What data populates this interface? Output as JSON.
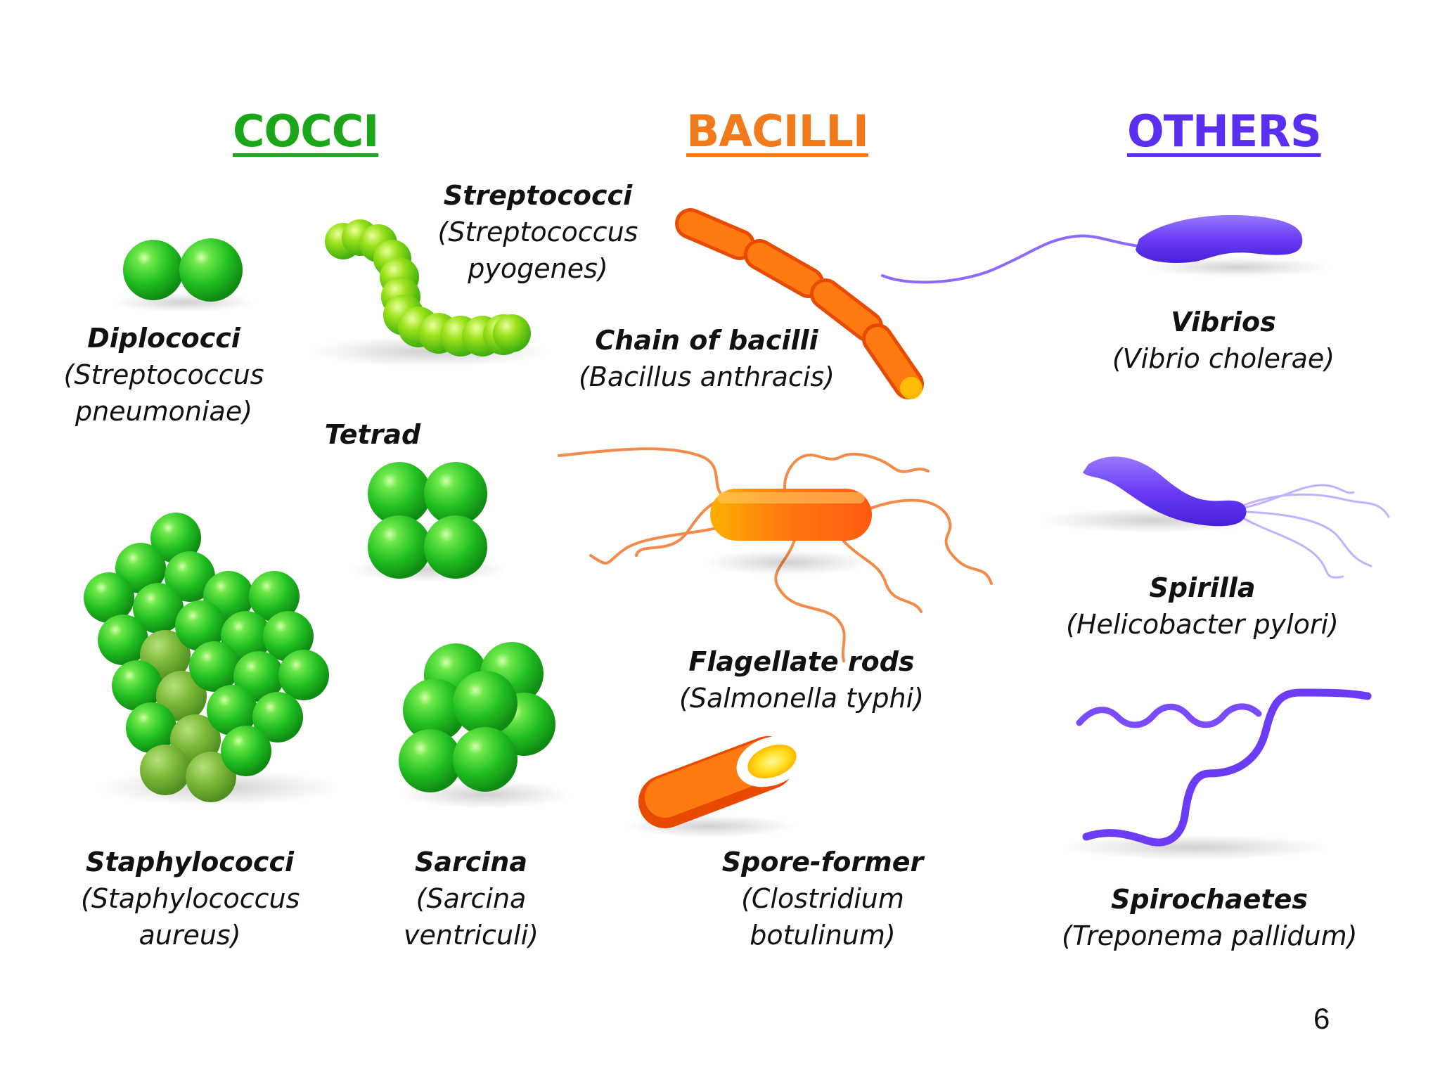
{
  "headings": {
    "cocci": "COCCI",
    "bacilli": "BACILLI",
    "others": "OTHERS"
  },
  "colors": {
    "cocci": "#1aa51a",
    "bacilli": "#f07a1c",
    "others": "#5b2ff0",
    "cocci_fill": "#3fd03f",
    "bacilli_fill": "#ff6a10",
    "others_fill": "#7b4cff"
  },
  "labels": {
    "diplococci": {
      "name": "Diplococci",
      "species_1": "(Streptococcus",
      "species_2": "pneumoniae)"
    },
    "streptococci": {
      "name": "Streptococci",
      "species_1": "(Streptococcus",
      "species_2": "pyogenes)"
    },
    "tetrad": {
      "name": "Tetrad"
    },
    "staphylococci": {
      "name": "Staphylococci",
      "species_1": "(Staphylococcus",
      "species_2": "aureus)"
    },
    "sarcina": {
      "name": "Sarcina",
      "species_1": "(Sarcina",
      "species_2": "ventriculi)"
    },
    "chain_of_bacilli": {
      "name": "Chain of bacilli",
      "species_1": "(Bacillus anthracis)"
    },
    "flagellate_rods": {
      "name": "Flagellate rods",
      "species_1": "(Salmonella typhi)"
    },
    "spore_former": {
      "name": "Spore-former",
      "species_1": "(Clostridium",
      "species_2": "botulinum)"
    },
    "vibrios": {
      "name": "Vibrios",
      "species_1": "(Vibrio cholerae)"
    },
    "spirilla": {
      "name": "Spirilla",
      "species_1": "(Helicobacter pylori)"
    },
    "spirochaetes": {
      "name": "Spirochaetes",
      "species_1": "(Treponema pallidum)"
    }
  },
  "page_number": "6"
}
